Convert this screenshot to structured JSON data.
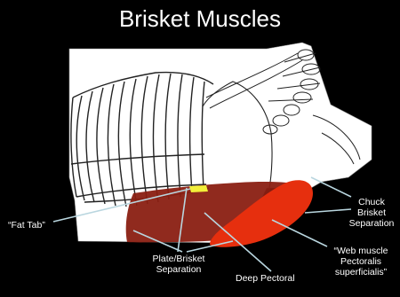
{
  "title": "Brisket Muscles",
  "labels": {
    "fat_tab": "“Fat Tab”",
    "chuck_line1": "Chuck",
    "chuck_line2": "Brisket",
    "chuck_line3": "Separation",
    "plate_line1": "Plate/Brisket",
    "plate_line2": "Separation",
    "deep_pectoral": "Deep Pectoral",
    "web_line1": "“Web muscle",
    "web_line2": "Pectoralis",
    "web_line3": "superficialis”"
  },
  "colors": {
    "background": "#000000",
    "deep_pectoral": "#8a1f12",
    "web_muscle": "#e62f0e",
    "fat_tab": "#f2ef3a",
    "leader_line": "#b9d6df"
  }
}
